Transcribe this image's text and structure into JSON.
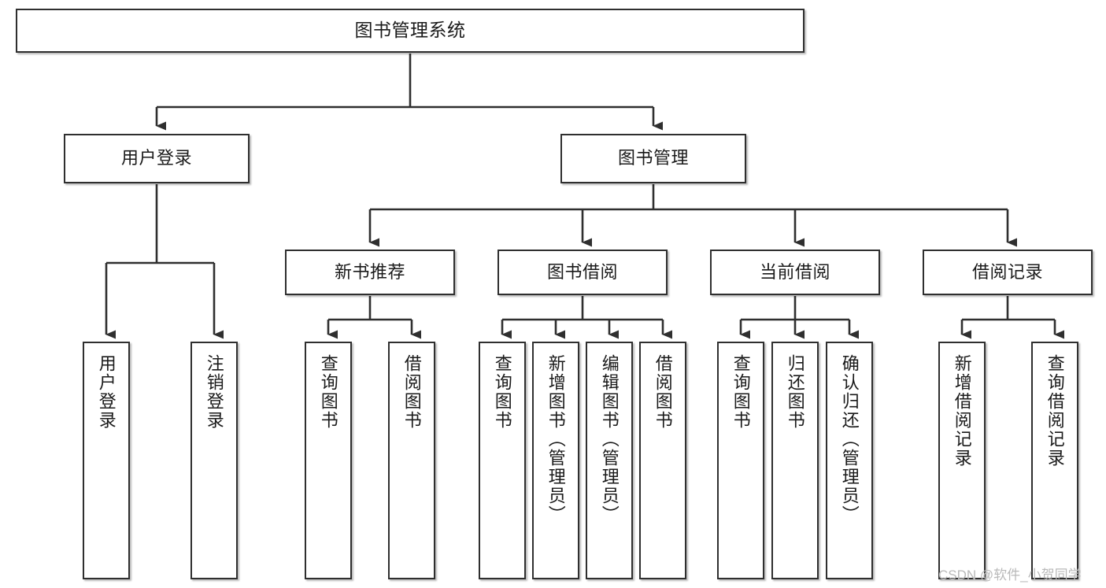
{
  "diagram": {
    "type": "tree-hierarchy-chart",
    "title": "图书管理系统",
    "orientation": "top-down",
    "colors": {
      "stroke": "#2f2f2f",
      "fill": "#ffffff",
      "text": "#1a1a1a",
      "watermark": "#b9b9b9"
    },
    "watermark": "CSDN @软件_小贺同学"
  },
  "nodes": {
    "root": {
      "label": "图书管理系统"
    },
    "level2": [
      {
        "id": "user-login",
        "label": "用户登录"
      },
      {
        "id": "book-manage",
        "label": "图书管理"
      }
    ],
    "level3": [
      {
        "id": "new-book-recommend",
        "label": "新书推荐"
      },
      {
        "id": "book-borrow",
        "label": "图书借阅"
      },
      {
        "id": "current-borrow",
        "label": "当前借阅"
      },
      {
        "id": "borrow-record",
        "label": "借阅记录"
      }
    ],
    "leaves": {
      "user-login": [
        {
          "id": "leaf-user-login",
          "label": "用户登录"
        },
        {
          "id": "leaf-logout-login",
          "label": "注销登录"
        }
      ],
      "new-book-recommend": [
        {
          "id": "leaf-query-book-1",
          "label": "查询图书"
        },
        {
          "id": "leaf-borrow-book-1",
          "label": "借阅图书"
        }
      ],
      "book-borrow": [
        {
          "id": "leaf-query-book-2",
          "label": "查询图书"
        },
        {
          "id": "leaf-add-book",
          "label": "新增图书（管理员）"
        },
        {
          "id": "leaf-edit-book",
          "label": "编辑图书（管理员）"
        },
        {
          "id": "leaf-borrow-book-2",
          "label": "借阅图书"
        }
      ],
      "current-borrow": [
        {
          "id": "leaf-query-book-3",
          "label": "查询图书"
        },
        {
          "id": "leaf-return-book",
          "label": "归还图书"
        },
        {
          "id": "leaf-confirm-return",
          "label": "确认归还（管理员）"
        }
      ],
      "borrow-record": [
        {
          "id": "leaf-add-record",
          "label": "新增借阅记录"
        },
        {
          "id": "leaf-query-record",
          "label": "查询借阅记录"
        }
      ]
    }
  }
}
